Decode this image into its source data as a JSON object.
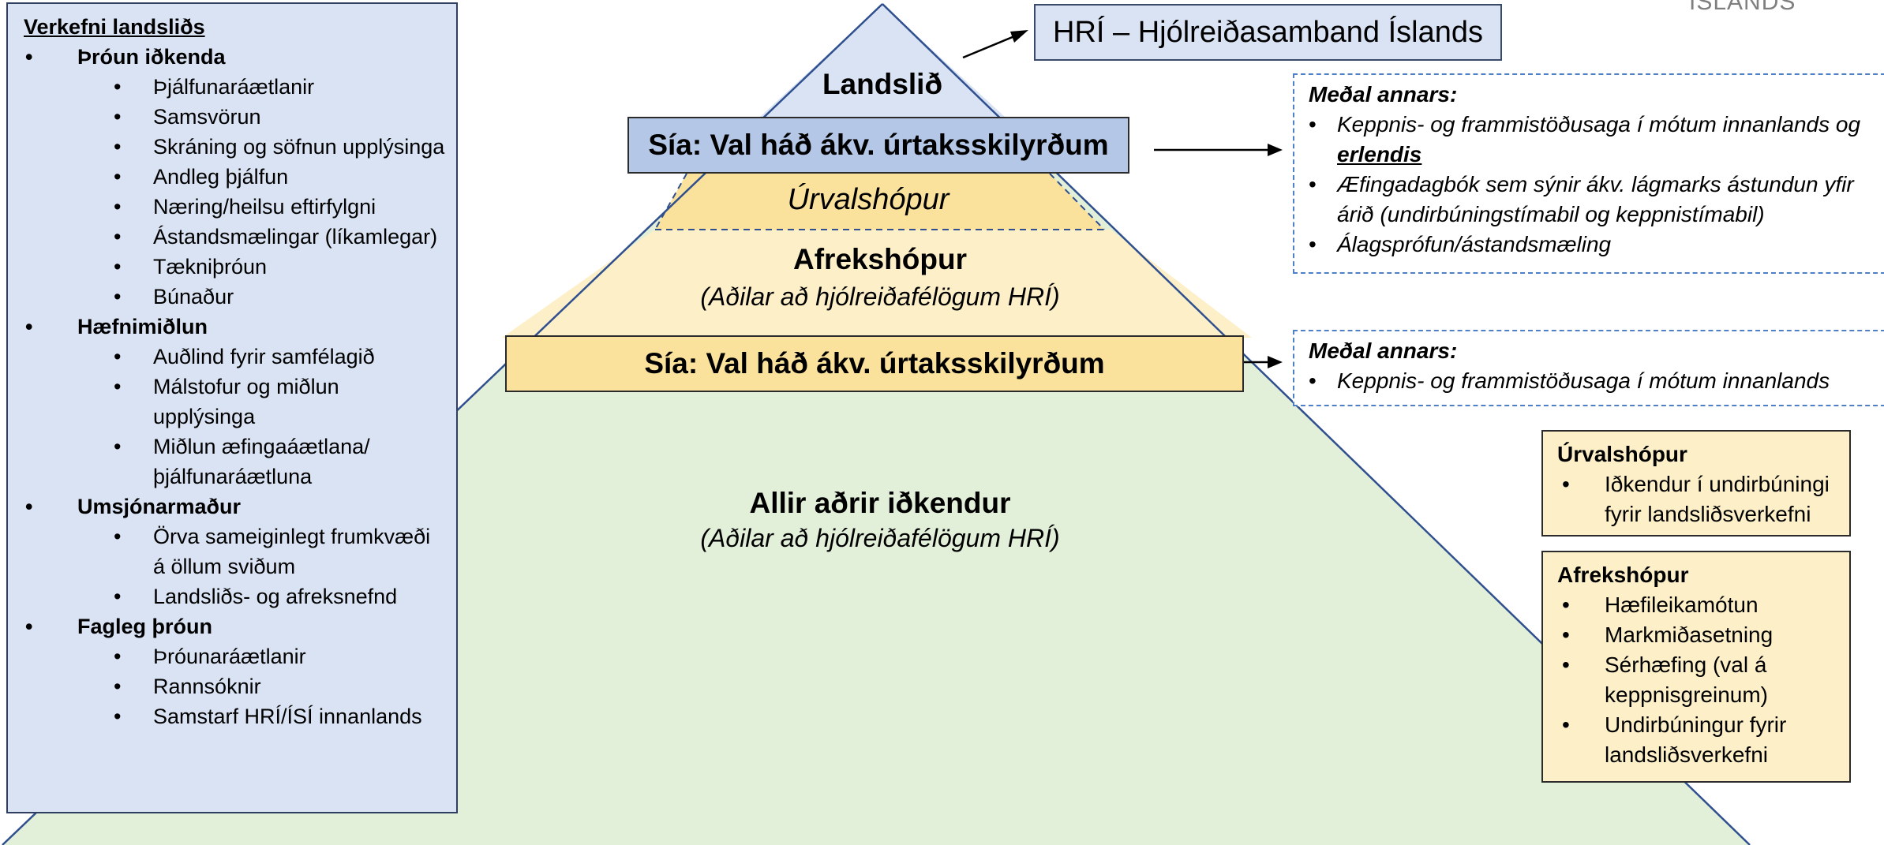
{
  "left_panel": {
    "title": "Verkefni landsliðs",
    "sections": [
      {
        "label": "Þróun iðkenda",
        "items": [
          "Þjálfunaráætlanir",
          "Samsvörun",
          "Skráning og söfnun upplýsinga",
          "Andleg þjálfun",
          "Næring/heilsu eftirfylgni",
          "Ástandsmælingar (líkamlegar)",
          "Tækniþróun",
          "Búnaður"
        ]
      },
      {
        "label": "Hæfnimiðlun",
        "items": [
          "Auðlind fyrir samfélagið",
          "Málstofur og miðlun upplýsinga",
          "Miðlun æfingaáætlana/ þjálfunaráætluna"
        ]
      },
      {
        "label": "Umsjónarmaður",
        "items": [
          "Örva sameiginlegt frumkvæði á öllum sviðum",
          "Landsliðs- og afreksnefnd"
        ]
      },
      {
        "label": "Fagleg þróun",
        "items": [
          "Þróunaráætlanir",
          "Rannsóknir",
          "Samstarf HRÍ/ÍSÍ innanlands"
        ]
      }
    ]
  },
  "pyramid": {
    "top_label": "Landslið",
    "filter_top": "Sía: Val háð ákv. úrtaksskilyrðum",
    "selection_label": "Úrvalshópur",
    "elite_label": "Afrekshópur",
    "elite_sub": "(Aðilar að hjólreiðafélögum HRÍ)",
    "filter_bottom": "Sía: Val háð ákv. úrtaksskilyrðum",
    "base_label": "Allir aðrir iðkendur",
    "base_sub": "(Aðilar að hjólreiðafélögum HRÍ)"
  },
  "hri": {
    "label": "HRÍ – Hjólreiðasamband Íslands",
    "logo_fragment": "ISLANDS"
  },
  "criteria_top": {
    "heading": "Meðal annars:",
    "item1_text": " Keppnis- og frammistöðusaga í mótum innanlands og ",
    "item1_emphasis": "erlendis",
    "item2": "Æfingadagbók sem sýnir ákv. lágmarks ástundun yfir árið (undirbúningstímabil og keppnistímabil)",
    "item3": "Álagsprófun/ástandsmæling"
  },
  "criteria_bottom": {
    "heading": "Meðal annars:",
    "item1": "Keppnis- og frammistöðusaga í mótum innanlands"
  },
  "info_selection": {
    "heading": "Úrvalshópur",
    "items": [
      "Iðkendur í undirbúningi fyrir landsliðsverkefni"
    ]
  },
  "info_elite": {
    "heading": "Afrekshópur",
    "items": [
      "Hæfileikamótun",
      "Markmiðasetning",
      "Sérhæfing (val á keppnisgreinum)",
      "Undirbúningur fyrir landsliðsverkefni"
    ]
  },
  "colors": {
    "panel_blue": "#d9e3f3",
    "filter_blue": "#b4c7e7",
    "selection_gold": "#fbe29c",
    "elite_cream": "#fdf0c8",
    "base_green": "#e2efd9",
    "outline": "#2f4f8f"
  }
}
